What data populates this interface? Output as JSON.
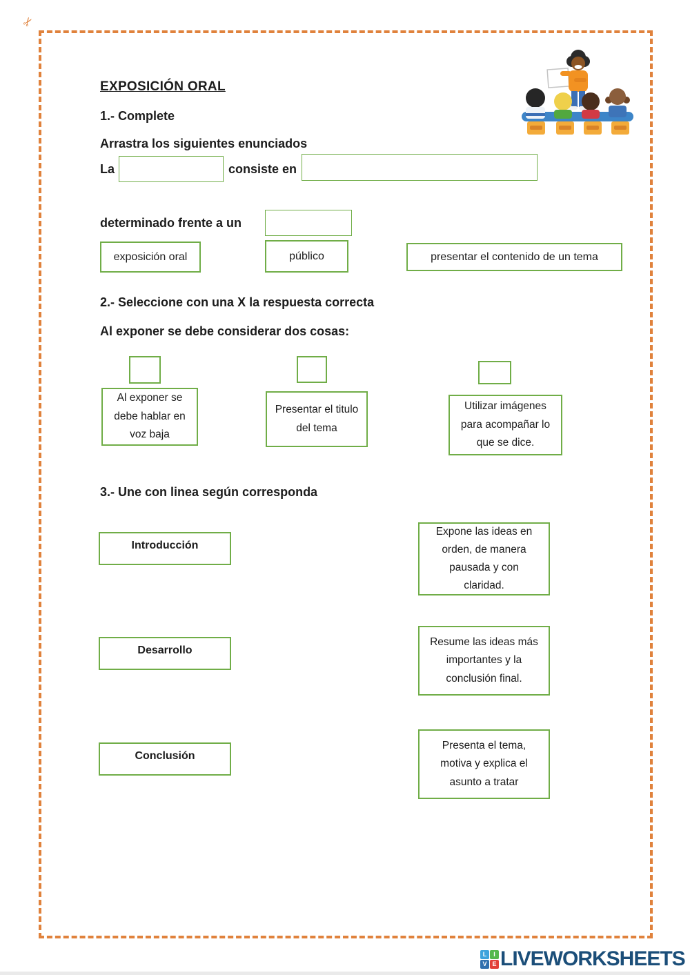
{
  "colors": {
    "frame_orange": "#e0823c",
    "box_green": "#70ad47",
    "text": "#1c1c1c",
    "logo_navy": "#1b4e79"
  },
  "header": {
    "title": "EXPOSICIÓN ORAL",
    "scissors_icon": "✂"
  },
  "section1": {
    "heading": "1.- Complete",
    "instruction": "Arrastra los siguientes enunciados",
    "sentence_part1": "La",
    "sentence_part2": "consiste en",
    "sentence_part3": "determinado frente a un",
    "answers": [
      "exposición oral",
      "público",
      "presentar el contenido de un tema"
    ]
  },
  "section2": {
    "heading": "2.- Seleccione con una X la respuesta correcta",
    "instruction": "Al exponer se debe considerar dos cosas:",
    "options": [
      "Al exponer se debe hablar en voz baja",
      "Presentar el titulo del tema",
      "Utilizar imágenes para acompañar lo que se dice."
    ]
  },
  "section3": {
    "heading": "3.- Une con linea según corresponda",
    "left": [
      "Introducción",
      "Desarrollo",
      "Conclusión"
    ],
    "right": [
      "Expone las ideas en orden, de manera pausada y con claridad.",
      "Resume las ideas más importantes y la conclusión final.",
      "Presenta el tema, motiva y explica el asunto a tratar"
    ]
  },
  "footer": {
    "logo_text": "LIVEWORKSHEETS",
    "logo_squares": [
      {
        "letter": "L",
        "color": "#3da3dc"
      },
      {
        "letter": "I",
        "color": "#55b84c"
      },
      {
        "letter": "V",
        "color": "#2f6fae"
      },
      {
        "letter": "E",
        "color": "#e23f38"
      }
    ]
  }
}
